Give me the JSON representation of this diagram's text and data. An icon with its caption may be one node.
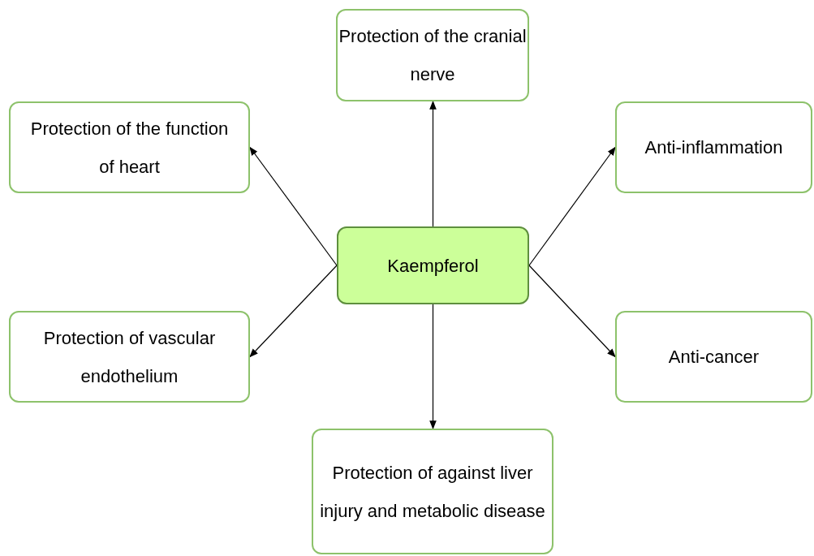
{
  "diagram": {
    "nodes": [
      {
        "text": [
          "Protection of the cranial nerve"
        ]
      },
      {
        "text": [
          "Protection of the function of heart"
        ]
      },
      {
        "text": [
          "Anti-inflammation"
        ]
      },
      {
        "text": [
          "Kaempferol"
        ]
      },
      {
        "text": [
          "Protection of vascular endothelium"
        ]
      },
      {
        "text": [
          "Anti-cancer"
        ]
      },
      {
        "text": [
          "Protection of against liver injury and metabolic disease"
        ]
      }
    ],
    "edges": [
      {
        "from": 3,
        "to": 0,
        "arrow": "to"
      },
      {
        "from": 3,
        "to": 1,
        "arrow": "to"
      },
      {
        "from": 3,
        "to": 2,
        "arrow": "to"
      },
      {
        "from": 3,
        "to": 4,
        "arrow": "to"
      },
      {
        "from": 3,
        "to": 5,
        "arrow": "to"
      },
      {
        "from": 3,
        "to": 6,
        "arrow": "to"
      }
    ]
  }
}
